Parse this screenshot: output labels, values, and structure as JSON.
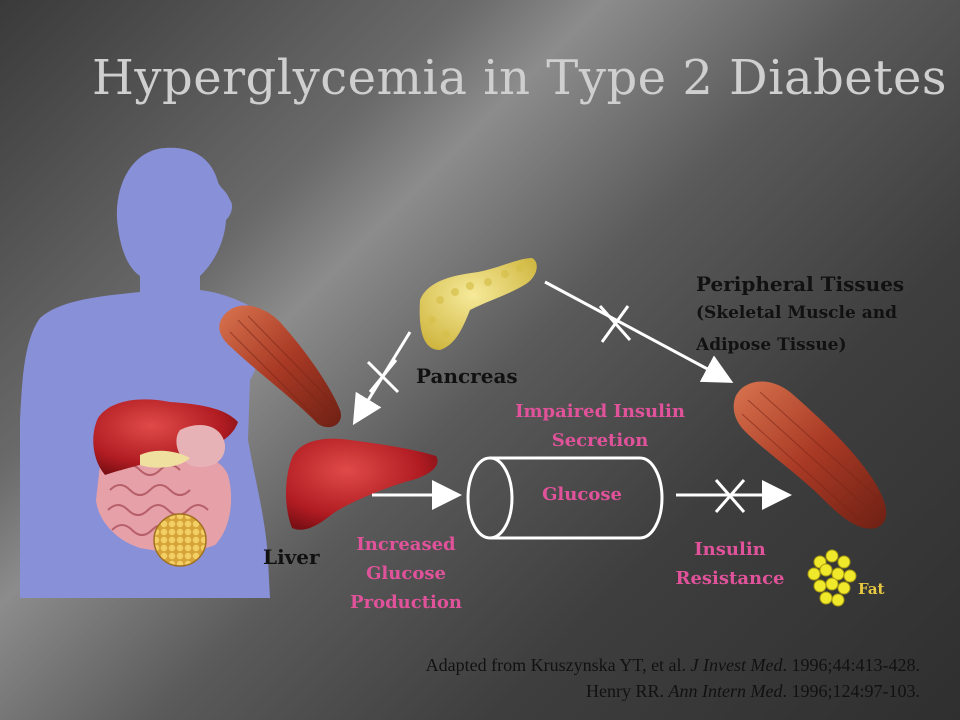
{
  "title": "Hyperglycemia in Type 2 Diabetes",
  "labels": {
    "pancreas": "Pancreas",
    "liver": "Liver",
    "peripheral_title": "Peripheral Tissues",
    "peripheral_sub1": "(Skeletal Muscle and",
    "peripheral_sub2": "Adipose Tissue)",
    "impaired_1": "Impaired Insulin",
    "impaired_2": "Secretion",
    "glucose": "Glucose",
    "increased_1": "Increased",
    "increased_2": "Glucose",
    "increased_3": "Production",
    "resistance_1": "Insulin",
    "resistance_2": "Resistance",
    "fat": "Fat"
  },
  "citation": {
    "line1_pre": "Adapted from Kruszynska YT, et al. ",
    "line1_journal": "J Invest Med",
    "line1_post": ". 1996;44:413-428.",
    "line2_pre": "Henry RR. ",
    "line2_journal": "Ann Intern Med",
    "line2_post": ". 1996;124:97-103."
  },
  "colors": {
    "silhouette": "#8890d8",
    "liver": "#c8242a",
    "muscle": "#b5452b",
    "pancreas": "#e8d35a",
    "fat": "#f0e82a",
    "pink_text": "#e0529a"
  }
}
